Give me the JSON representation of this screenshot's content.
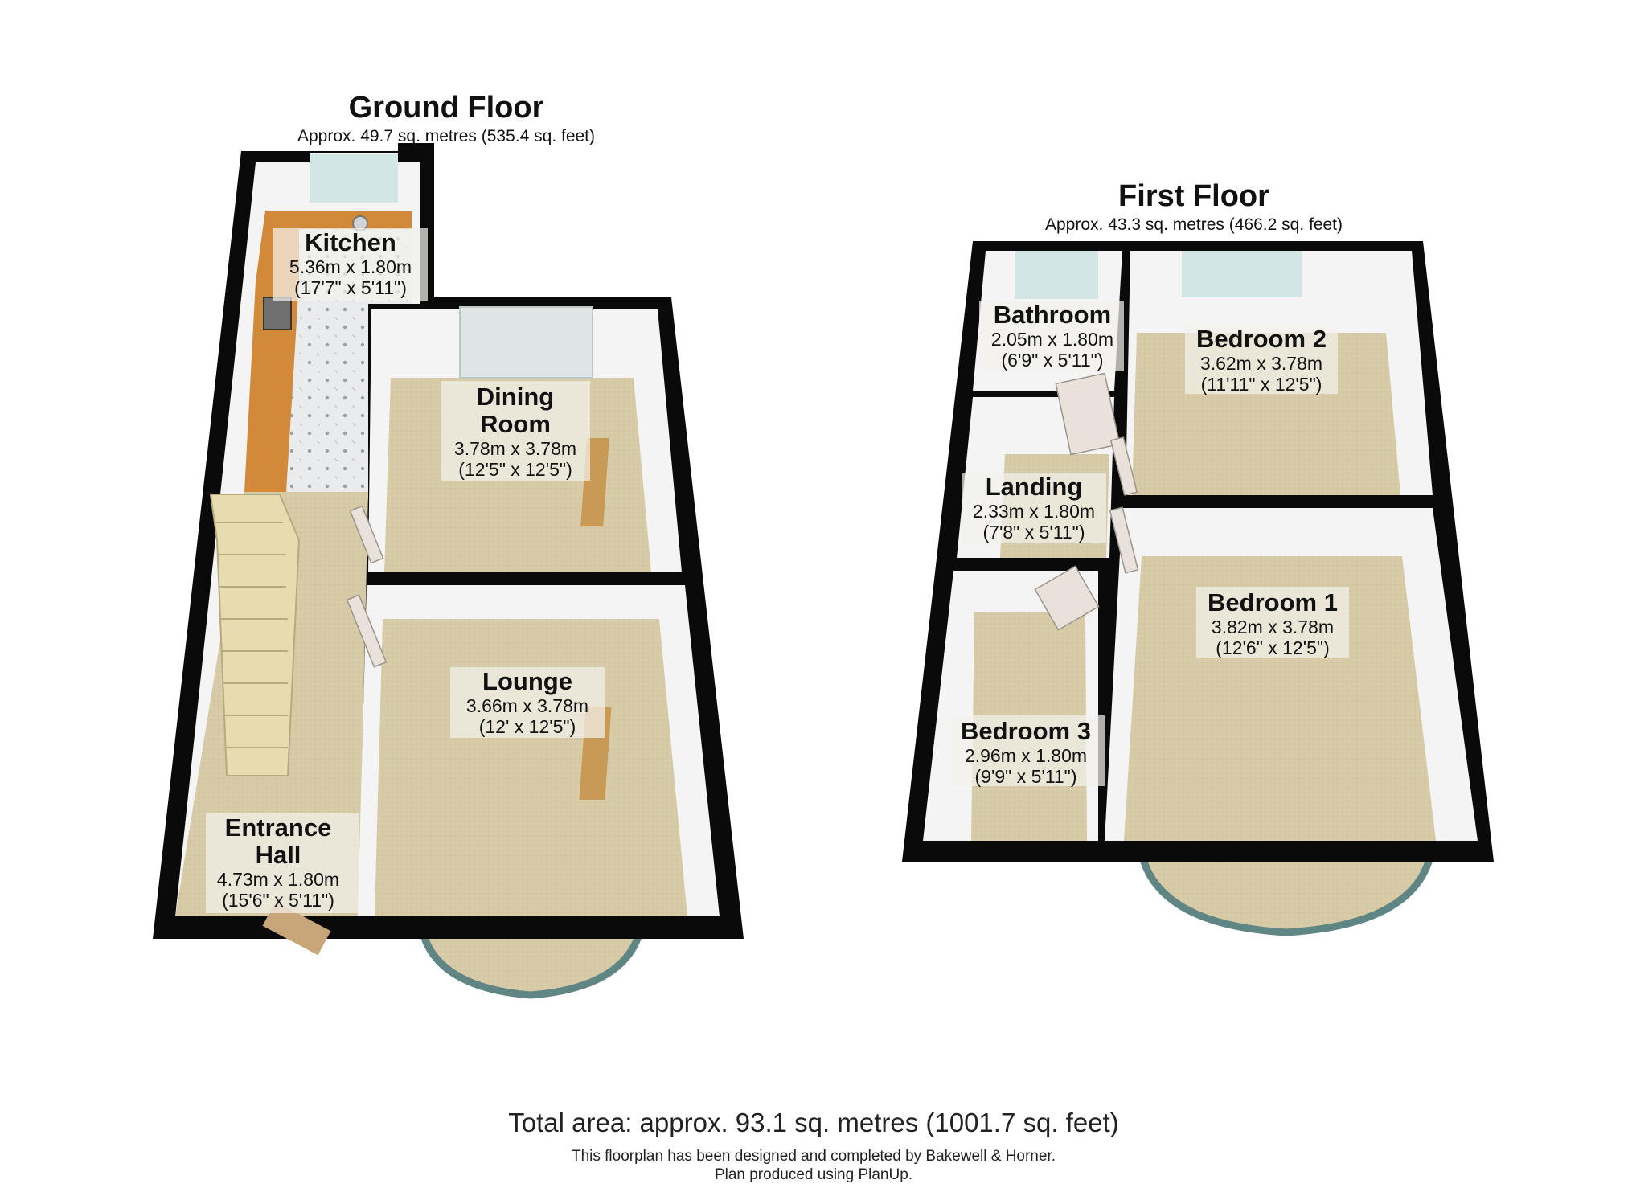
{
  "ground_floor": {
    "title": "Ground Floor",
    "area": "Approx. 49.7 sq. metres (535.4 sq. feet)",
    "rooms": {
      "kitchen": {
        "name": "Kitchen",
        "metric": "5.36m x 1.80m",
        "imperial": "(17'7\" x 5'11\")"
      },
      "dining": {
        "name_line1": "Dining",
        "name_line2": "Room",
        "metric": "3.78m x 3.78m",
        "imperial": "(12'5\" x 12'5\")"
      },
      "lounge": {
        "name": "Lounge",
        "metric": "3.66m x 3.78m",
        "imperial": "(12' x 12'5\")"
      },
      "hall": {
        "name_line1": "Entrance",
        "name_line2": "Hall",
        "metric": "4.73m x 1.80m",
        "imperial": "(15'6\" x 5'11\")"
      }
    }
  },
  "first_floor": {
    "title": "First Floor",
    "area": "Approx. 43.3 sq. metres (466.2 sq. feet)",
    "rooms": {
      "bathroom": {
        "name": "Bathroom",
        "metric": "2.05m x 1.80m",
        "imperial": "(6'9\" x 5'11\")"
      },
      "bedroom2": {
        "name": "Bedroom 2",
        "metric": "3.62m x 3.78m",
        "imperial": "(11'11\" x 12'5\")"
      },
      "landing": {
        "name": "Landing",
        "metric": "2.33m x 1.80m",
        "imperial": "(7'8\" x 5'11\")"
      },
      "bedroom1": {
        "name": "Bedroom 1",
        "metric": "3.82m x 3.78m",
        "imperial": "(12'6\" x 12'5\")"
      },
      "bedroom3": {
        "name": "Bedroom 3",
        "metric": "2.96m x 1.80m",
        "imperial": "(9'9\" x 5'11\")"
      }
    }
  },
  "footer": {
    "total": "Total area: approx. 93.1 sq. metres (1001.7 sq. feet)",
    "credit_line1": "This floorplan has been designed and completed by Bakewell & Horner.",
    "credit_line2": "Plan produced using PlanUp."
  },
  "colors": {
    "wall": "#0a0a0a",
    "carpet": "#d6cba6",
    "wall_face": "#f4f4f4",
    "kitchen_floor": "#e9ebec",
    "worktop": "#d28a3a",
    "stairs": "#e6dcb0",
    "door": "#e8e2da",
    "window": "#d3e6e6",
    "furniture": "#c89a56"
  }
}
